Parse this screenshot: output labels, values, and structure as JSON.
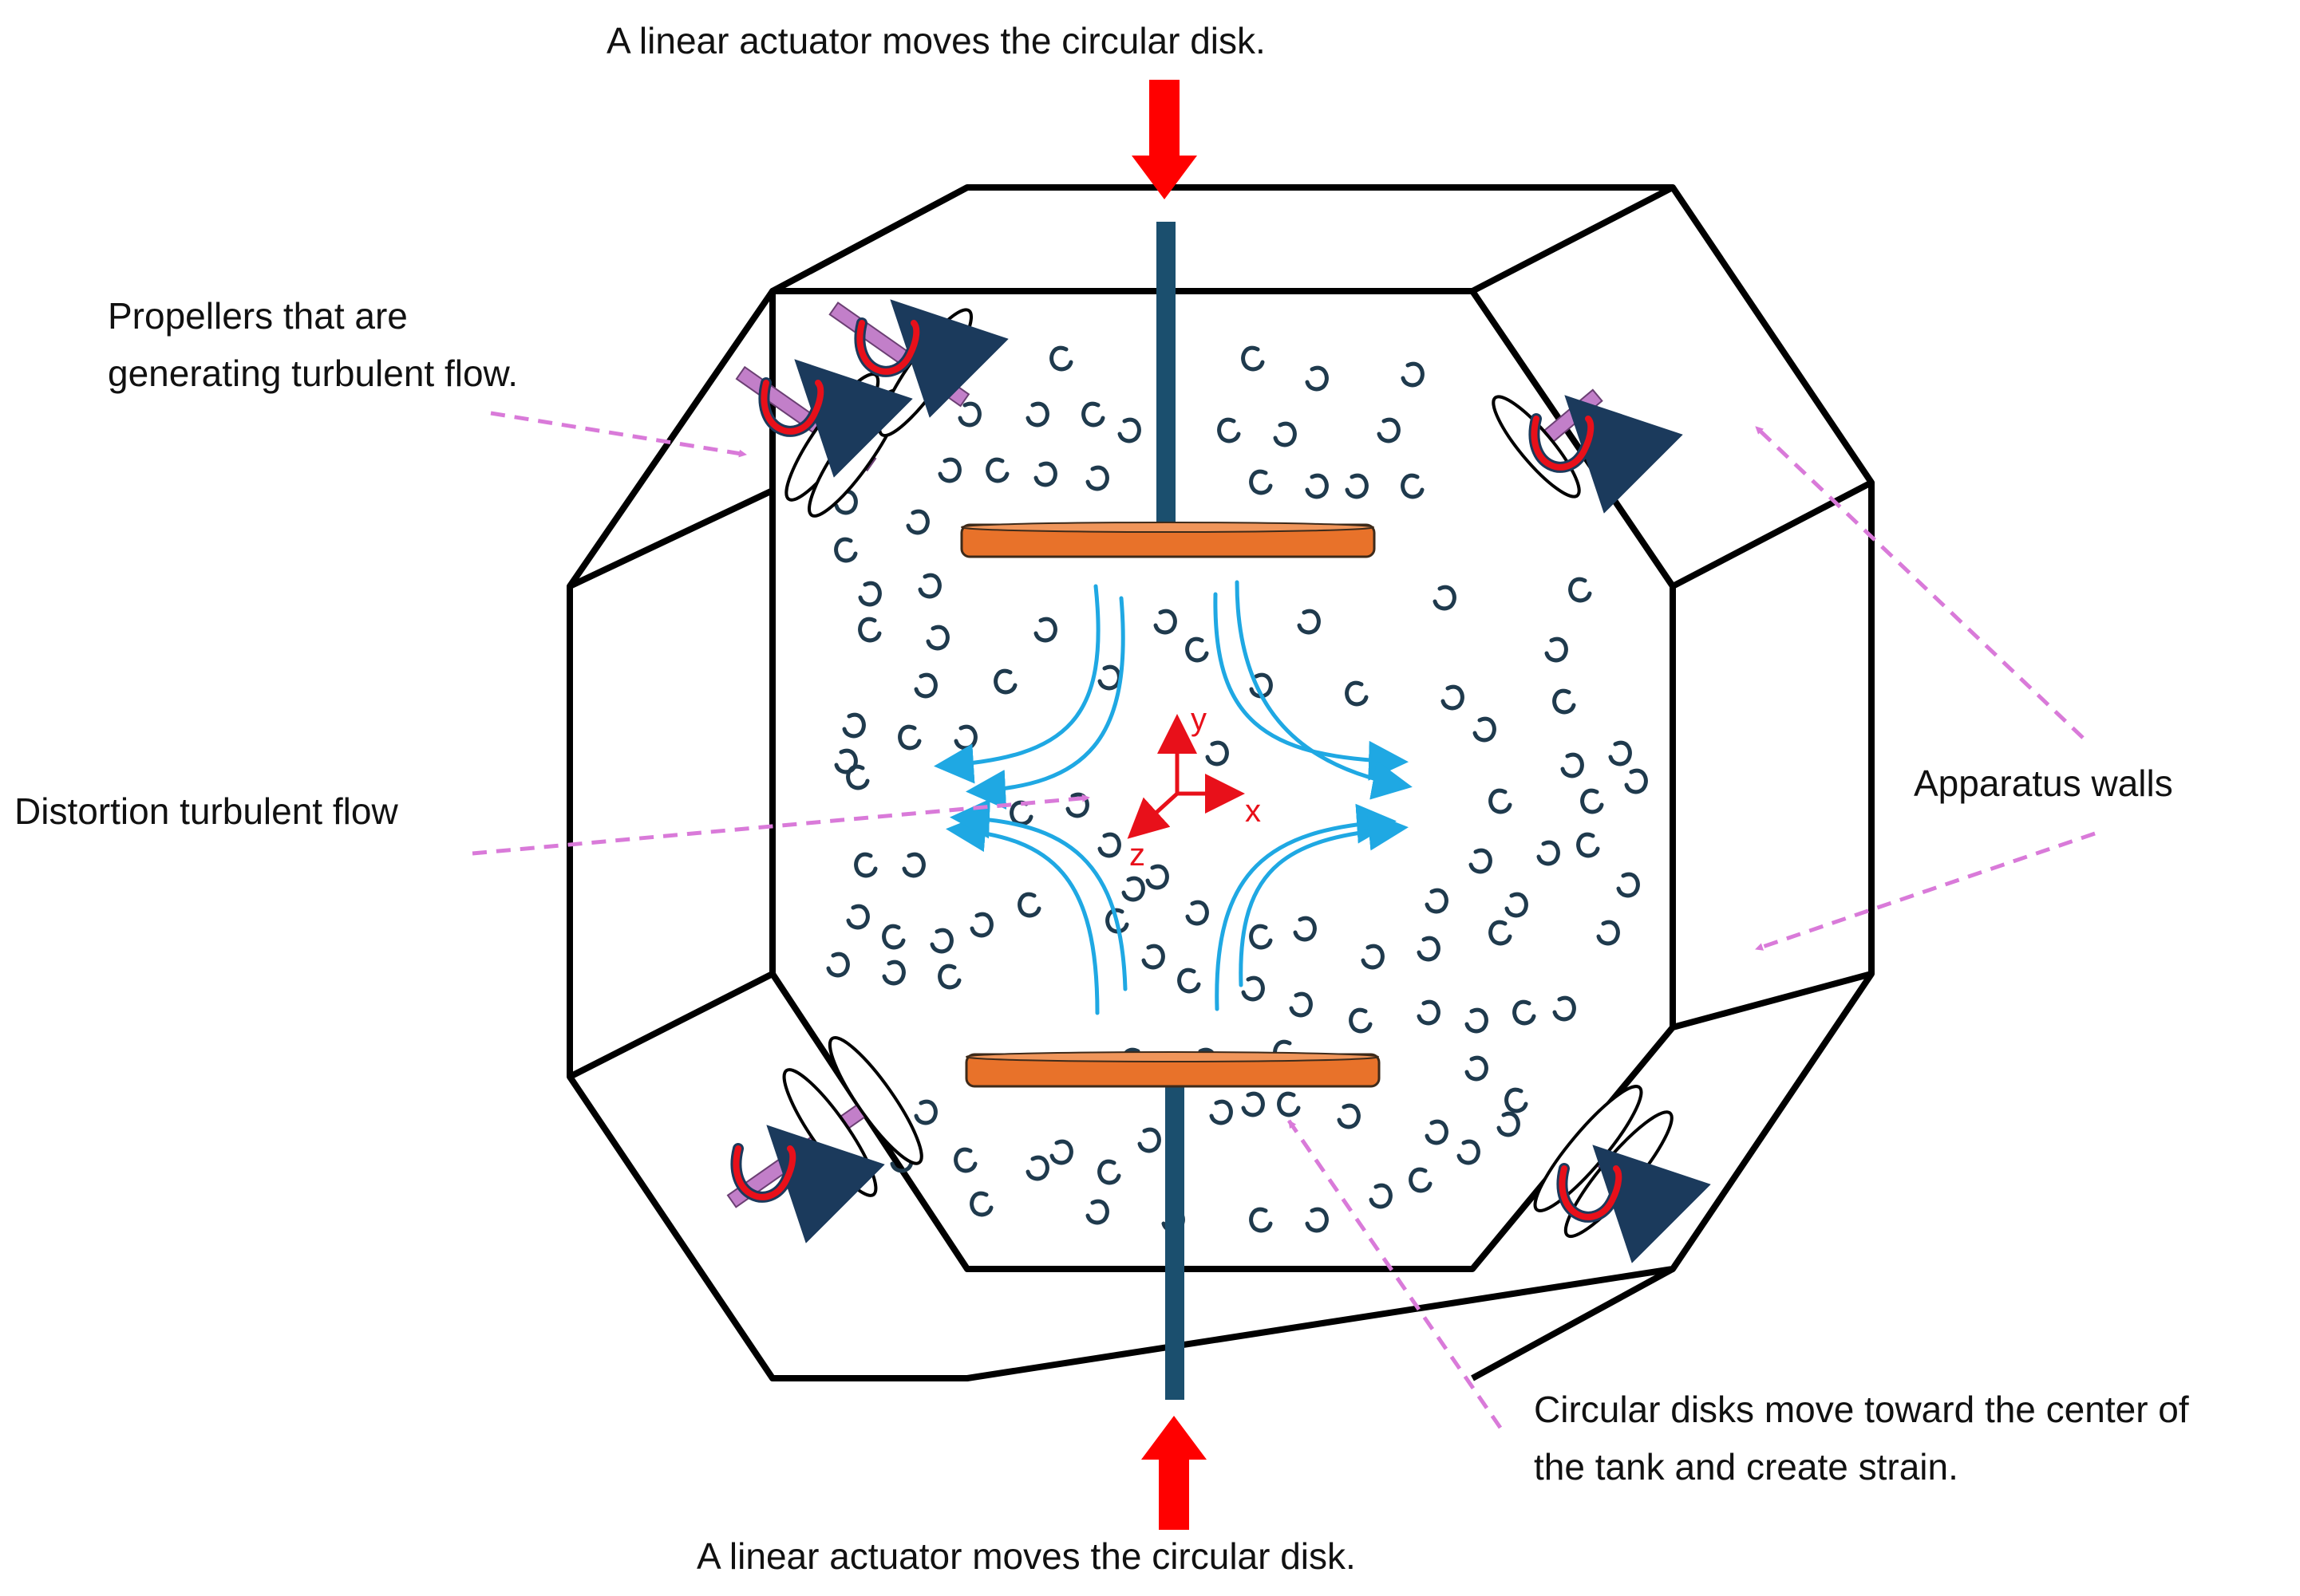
{
  "labels": {
    "top_actuator": "A linear actuator moves the circular disk.",
    "bottom_actuator": "A linear actuator moves the circular disk.",
    "propellers_line1": "Propellers that are",
    "propellers_line2": "generating turbulent flow.",
    "distortion": "Distortion turbulent flow",
    "walls": "Apparatus walls",
    "disks_line1": "Circular disks move toward the center of",
    "disks_line2": "the tank and create strain."
  },
  "axes": {
    "x": "x",
    "y": "y",
    "z": "z"
  },
  "colors": {
    "wall": "#000000",
    "rod": "#1b4f6e",
    "disk": "#e8722a",
    "flow": "#1fa8e3",
    "eddy": "#1f3a4d",
    "actuator_arrow": "#ff0000",
    "axis": "#e8101a",
    "pointer": "#d97ad9",
    "shaft": "#c27fc9"
  }
}
